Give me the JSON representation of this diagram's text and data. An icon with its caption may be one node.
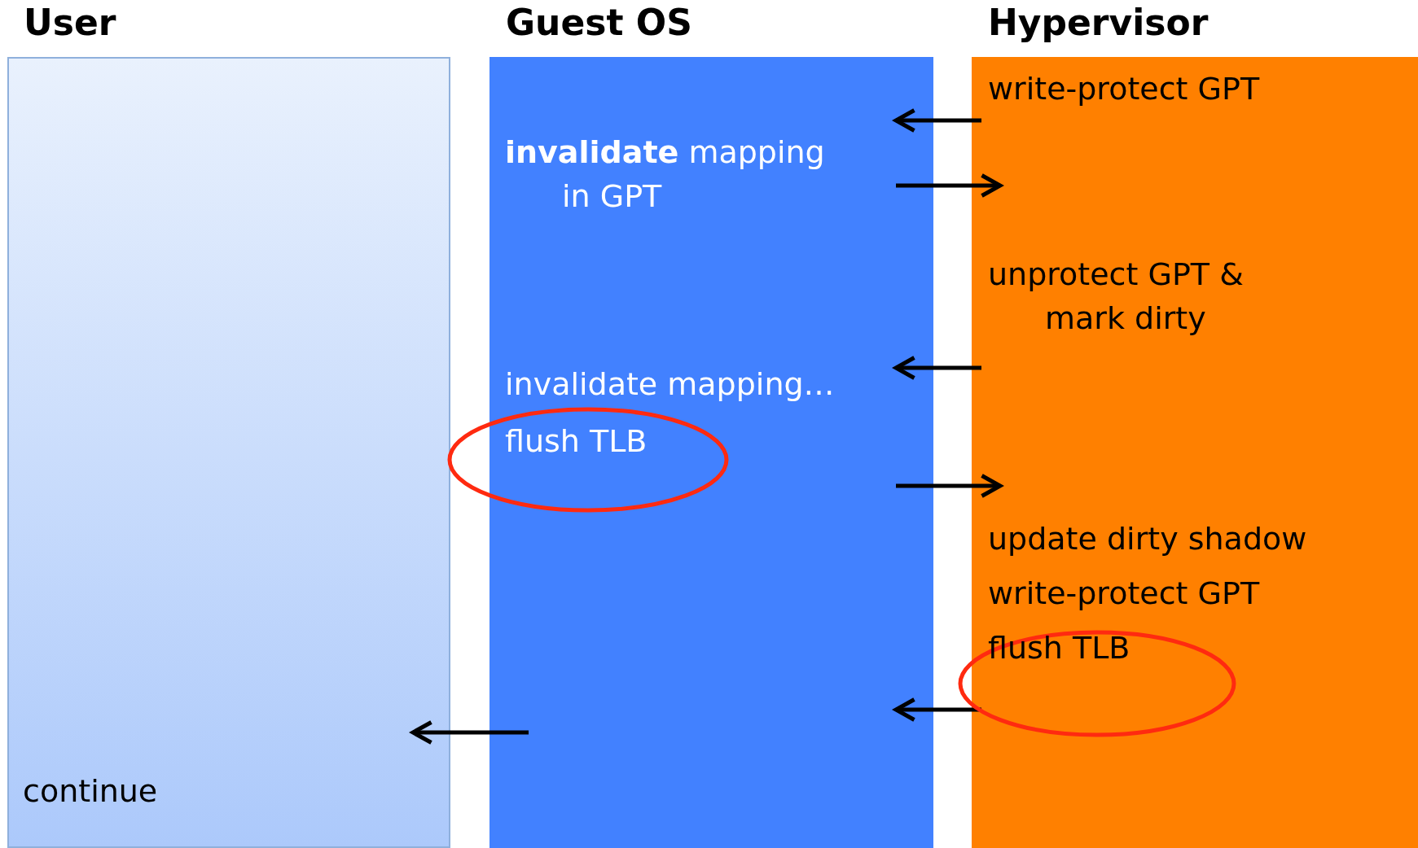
{
  "diagram": {
    "nodes": [
      {
        "text": [
          "User"
        ]
      },
      {
        "text": [
          "Guest OS"
        ]
      },
      {
        "text": [
          "Hypervisor"
        ]
      },
      {
        "text": [
          "write-protect GPT"
        ],
        "in": 2
      },
      {
        "text": [
          "**invalidate** mapping in GPT"
        ],
        "in": 1
      },
      {
        "text": [
          "unprotect GPT & mark dirty"
        ],
        "in": 2
      },
      {
        "text": [
          "invalidate mapping…"
        ],
        "in": 1
      },
      {
        "text": [
          "flush TLB"
        ],
        "in": 1
      },
      {
        "text": [
          "update dirty shadow"
        ],
        "in": 2
      },
      {
        "text": [
          "write-protect GPT"
        ],
        "in": 2
      },
      {
        "text": [
          "flush TLB"
        ],
        "in": 2
      },
      {
        "text": [
          "continue"
        ],
        "in": 0
      }
    ],
    "edges": [
      {
        "from": 2,
        "to": 1,
        "arrow": "to"
      },
      {
        "from": 1,
        "to": 2,
        "arrow": "to"
      },
      {
        "from": 2,
        "to": 1,
        "arrow": "to"
      },
      {
        "from": 1,
        "to": 2,
        "arrow": "to"
      },
      {
        "from": 2,
        "to": 1,
        "arrow": "to"
      },
      {
        "from": 1,
        "to": 0,
        "arrow": "to"
      }
    ]
  }
}
